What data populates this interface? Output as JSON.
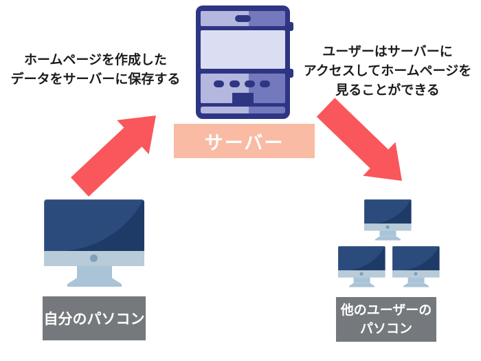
{
  "colors": {
    "arrow_red": "#f9575b",
    "salmon": "#f9bba3",
    "label_gray": "#75797d",
    "label_text": "#ffffff",
    "text_dark": "#1b1b1b",
    "server_navy": "#2e3583",
    "server_light": "#b4b7de",
    "server_mid": "#7479bd",
    "server_lavender": "#dbddf2",
    "screen_light": "#2c4b7d",
    "screen_dark": "#1e3a66",
    "chin": "#b7cbd9",
    "camera_dot": "#7f9fba",
    "stand": "#a9c3d7"
  },
  "diagram": {
    "left_note": {
      "line1": "ホームページを作成した",
      "line2": "データをサーバーに保存する"
    },
    "right_note": {
      "line1": "ユーザーはサーバーに",
      "line2": "アクセスしてホームページを",
      "line3": "見ることができる"
    },
    "server_label": "サーバー",
    "my_pc_label": "自分のパソコン",
    "other_pc_label": {
      "line1": "他のユーザーの",
      "line2": "パソコン"
    },
    "icons": {
      "server": "server-icon",
      "my_computer": "my-computer-icon",
      "user_computer": "user-computer-icon",
      "upload_arrow": "upload-arrow-icon",
      "download_arrow": "download-arrow-icon"
    }
  }
}
